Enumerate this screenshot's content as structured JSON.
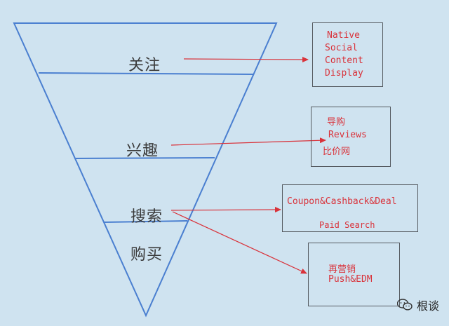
{
  "stages": [
    {
      "label": "关注"
    },
    {
      "label": "兴趣"
    },
    {
      "label": "搜索"
    },
    {
      "label": "购买"
    }
  ],
  "boxes": {
    "native": [
      "Native",
      "Social",
      "Content",
      "Display"
    ],
    "reviews": [
      "导购",
      "Reviews",
      "比价网"
    ],
    "coupon": [
      "Coupon&Cashback&Deal",
      "Paid Search"
    ],
    "remarketing": [
      "再营销",
      "Push&EDM"
    ]
  },
  "watermark": {
    "text": "根谈",
    "icon": "wechat-icon"
  },
  "colors": {
    "background": "#cfe3f0",
    "funnel_line": "#4a7fd0",
    "arrow": "#d9323a",
    "box_text": "#d9323a"
  }
}
